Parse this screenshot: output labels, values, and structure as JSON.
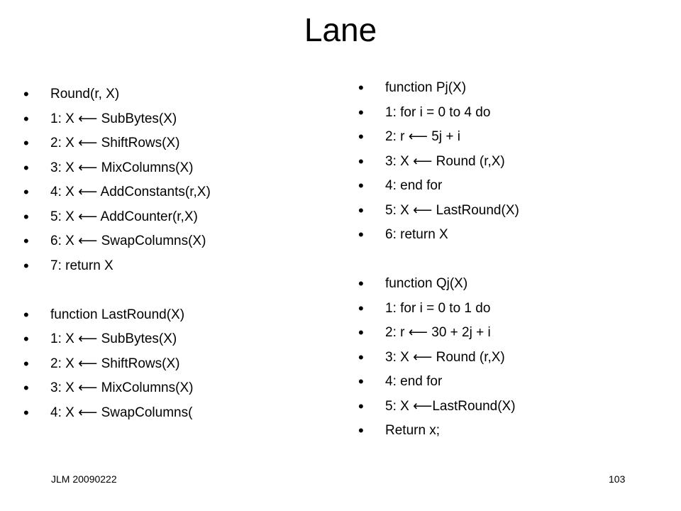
{
  "slide": {
    "title": "Lane",
    "left_column": [
      "Round(r, X)",
      "1: X ⟵ SubBytes(X)",
      "2: X ⟵ ShiftRows(X)",
      "3: X ⟵ MixColumns(X)",
      "4: X ⟵ AddConstants(r,X)",
      "5: X ⟵ AddCounter(r,X)",
      "6: X ⟵ SwapColumns(X)",
      "7: return X",
      "function LastRound(X)",
      "1: X ⟵ SubBytes(X)",
      "2: X ⟵ ShiftRows(X)",
      "3: X ⟵ MixColumns(X)",
      "4: X ⟵ SwapColumns("
    ],
    "right_column": [
      "function Pj(X)",
      "1: for i = 0 to 4 do",
      "2: r ⟵ 5j + i",
      "3: X ⟵ Round (r,X)",
      "4: end for",
      "5: X ⟵ LastRound(X)",
      "6: return X",
      "function Qj(X)",
      "1: for i = 0 to 1 do",
      "2: r ⟵ 30 + 2j + i",
      "3: X ⟵ Round (r,X)",
      "4: end for",
      "5: X ⟵LastRound(X)",
      "Return x;"
    ],
    "bullet": "•",
    "footer_left": "JLM 20090222",
    "footer_right": "103"
  }
}
